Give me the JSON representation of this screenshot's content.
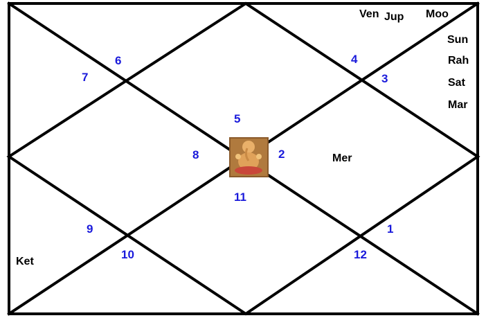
{
  "colors": {
    "house_number": "#1a1adb",
    "planet_text": "#000000",
    "lines": "#000000",
    "background": "#ffffff"
  },
  "center_icon": "ganesha-image",
  "houses": [
    {
      "number": "1"
    },
    {
      "number": "2"
    },
    {
      "number": "3"
    },
    {
      "number": "4"
    },
    {
      "number": "5"
    },
    {
      "number": "6"
    },
    {
      "number": "7"
    },
    {
      "number": "8"
    },
    {
      "number": "9"
    },
    {
      "number": "10"
    },
    {
      "number": "11"
    },
    {
      "number": "12"
    }
  ],
  "planets": {
    "ven": "Ven",
    "jup": "Jup",
    "moo": "Moo",
    "sun": "Sun",
    "rah": "Rah",
    "sat": "Sat",
    "mar": "Mar",
    "mer": "Mer",
    "ket": "Ket"
  }
}
